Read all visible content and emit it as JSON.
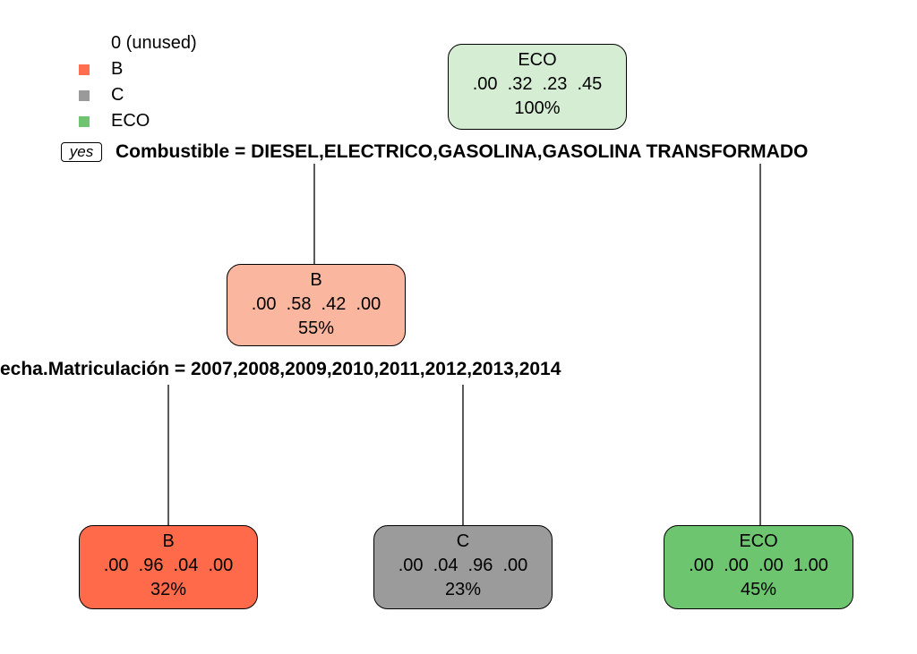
{
  "legend": {
    "items": [
      {
        "label": "0 (unused)",
        "color": "transparent"
      },
      {
        "label": "B",
        "color": "#ff6f4f"
      },
      {
        "label": "C",
        "color": "#9a9a9a"
      },
      {
        "label": "ECO",
        "color": "#6fc471"
      }
    ]
  },
  "yes_label": "yes",
  "splits": {
    "root": "Combustible = DIESEL,ELECTRICO,GASOLINA,GASOLINA TRANSFORMADO",
    "node2": "echa.Matriculación = 2007,2008,2009,2010,2011,2012,2013,2014"
  },
  "nodes": {
    "root": {
      "class": "ECO",
      "probs": ".00  .32  .23  .45",
      "pct": "100%",
      "fill": "#d5eed3"
    },
    "b_mid": {
      "class": "B",
      "probs": ".00  .58  .42  .00",
      "pct": "55%",
      "fill": "#fbb69f"
    },
    "b_leaf": {
      "class": "B",
      "probs": ".00  .96  .04  .00",
      "pct": "32%",
      "fill": "#ff6b4a"
    },
    "c_leaf": {
      "class": "C",
      "probs": ".00  .04  .96  .00",
      "pct": "23%",
      "fill": "#9b9b9b"
    },
    "eco_leaf": {
      "class": "ECO",
      "probs": ".00  .00  .00  1.00",
      "pct": "45%",
      "fill": "#6dc56f"
    }
  }
}
